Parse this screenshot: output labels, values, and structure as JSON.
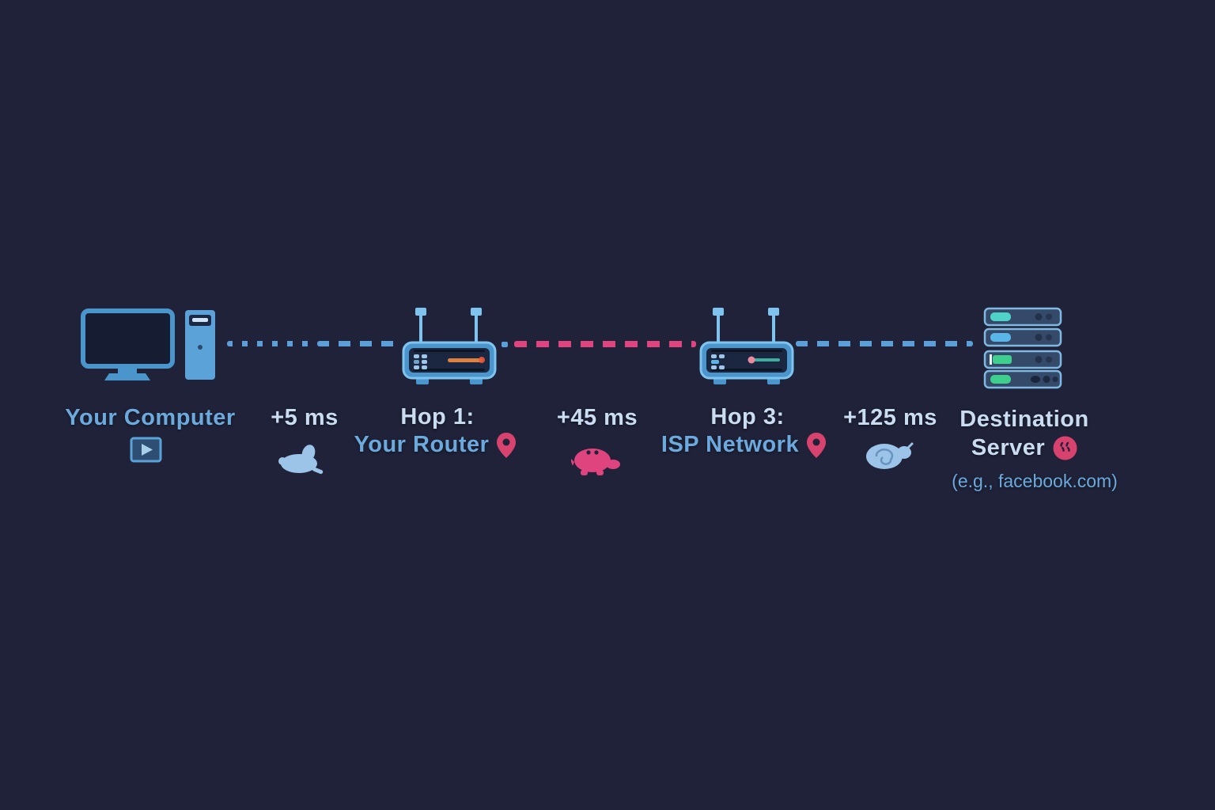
{
  "title": "Traceroute network path diagram",
  "colors": {
    "background": "#1f2238",
    "line_blue": "#5b9fd8",
    "line_pink": "#e0447e",
    "label_blue": "#6ca9dd",
    "label_light": "#c9dcf2",
    "pin_pink": "#d8426e",
    "device_blue": "#4a96cc",
    "device_blue_light": "#7fc4ee",
    "indicator_teal": "#4fd3c8",
    "indicator_blue": "#58b7e8",
    "indicator_green": "#3ecf8e",
    "streak_orange": "#e0823f"
  },
  "diagram": {
    "nodes": [
      {
        "id": "your-computer",
        "label": "Your Computer",
        "icon": "desktop-computer-icon",
        "extra_icon": "play-button-icon"
      },
      {
        "id": "hop-1",
        "title": "Hop 1:",
        "label": "Your Router",
        "icon": "router-icon",
        "marker": "location-pin-icon"
      },
      {
        "id": "hop-3",
        "title": "Hop 3:",
        "label": "ISP Network",
        "icon": "router-icon",
        "marker": "location-pin-icon"
      },
      {
        "id": "destination-server",
        "title": "Destination",
        "label": "Server",
        "caption": "(e.g., facebook.com)",
        "icon": "server-rack-icon",
        "marker": "speed-badge-icon"
      }
    ],
    "links": [
      {
        "from": "your-computer",
        "to": "hop-1",
        "latency": "+5 ms",
        "pace_icon": "rabbit-icon",
        "line_color": "blue"
      },
      {
        "from": "hop-1",
        "to": "hop-3",
        "latency": "+45 ms",
        "pace_icon": "turtle-icon",
        "line_color": "pink"
      },
      {
        "from": "hop-3",
        "to": "destination-server",
        "latency": "+125 ms",
        "pace_icon": "snail-icon",
        "line_color": "blue"
      }
    ]
  }
}
